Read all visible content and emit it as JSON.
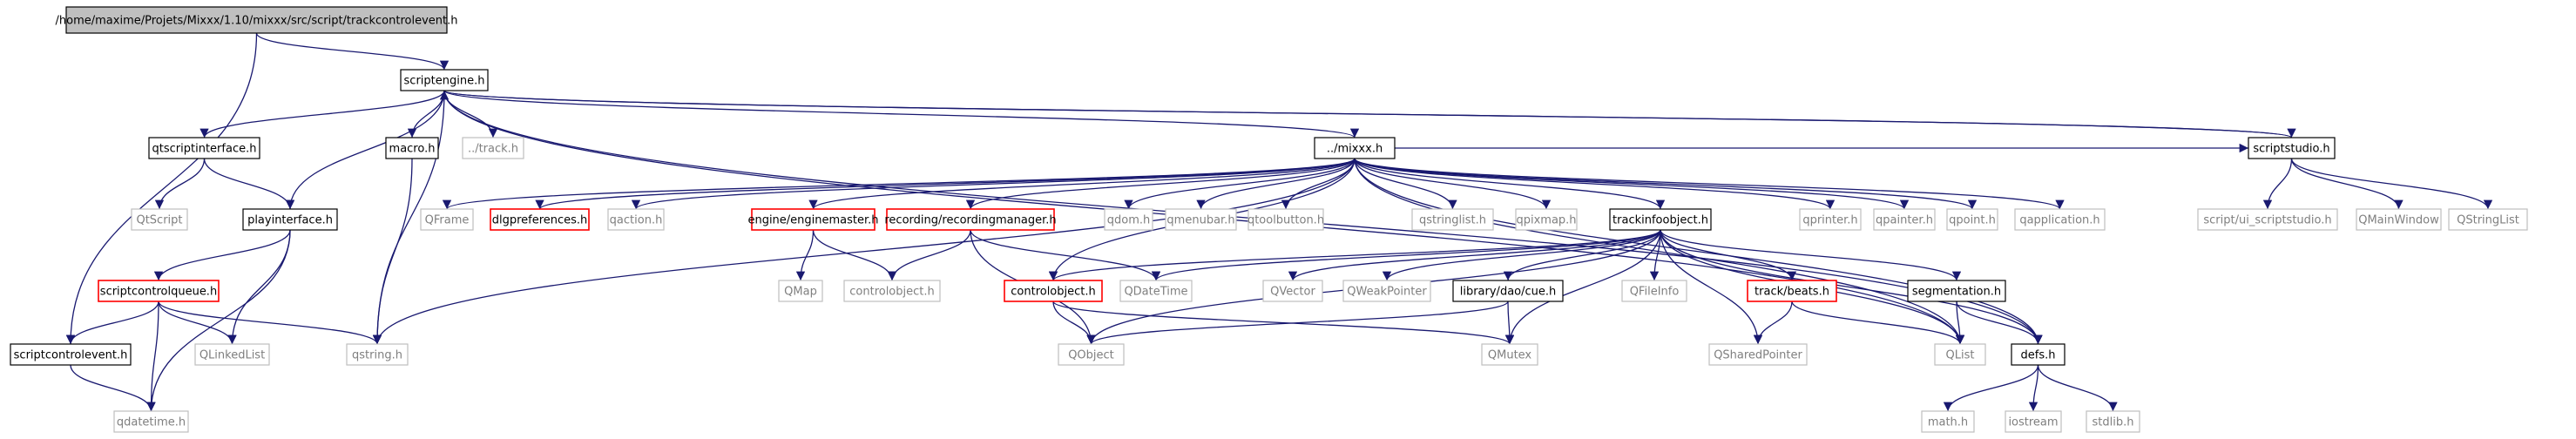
{
  "title": "/home/maxime/Projets/Mixxx/1.10/mixxx/src/script/trackcontrolevent.h",
  "colors": {
    "edge": "#191970",
    "box_black": "#000000",
    "box_red": "#ff0000",
    "box_gray": "#bfbfbf",
    "text_black": "#000000",
    "text_gray": "#7f7f7f",
    "root_fill": "#bfbfbf"
  },
  "nodes": [
    {
      "id": "root",
      "label": "/home/maxime/Projets/Mixxx/1.10/mixxx/src/script/trackcontrolevent.h",
      "style": "root"
    },
    {
      "id": "scriptengine",
      "label": "scriptengine.h",
      "style": "black"
    },
    {
      "id": "scriptcontrolevent",
      "label": "scriptcontrolevent.h",
      "style": "black"
    },
    {
      "id": "qtscriptinterface",
      "label": "qtscriptinterface.h",
      "style": "black"
    },
    {
      "id": "macro",
      "label": "macro.h",
      "style": "black"
    },
    {
      "id": "track",
      "label": "../track.h",
      "style": "gray"
    },
    {
      "id": "mixxx",
      "label": "../mixxx.h",
      "style": "black"
    },
    {
      "id": "scriptstudio",
      "label": "scriptstudio.h",
      "style": "black"
    },
    {
      "id": "qtscript",
      "label": "QtScript",
      "style": "gray"
    },
    {
      "id": "playinterface",
      "label": "playinterface.h",
      "style": "black"
    },
    {
      "id": "scriptcontrolqueue",
      "label": "scriptcontrolqueue.h",
      "style": "red"
    },
    {
      "id": "qlinkedlist",
      "label": "QLinkedList",
      "style": "gray"
    },
    {
      "id": "qstring",
      "label": "qstring.h",
      "style": "gray"
    },
    {
      "id": "qdatetime",
      "label": "qdatetime.h",
      "style": "gray"
    },
    {
      "id": "qframe",
      "label": "QFrame",
      "style": "gray"
    },
    {
      "id": "dlgpreferences",
      "label": "dlgpreferences.h",
      "style": "red"
    },
    {
      "id": "qaction",
      "label": "qaction.h",
      "style": "gray"
    },
    {
      "id": "enginemaster",
      "label": "engine/enginemaster.h",
      "style": "red"
    },
    {
      "id": "recordingmanager",
      "label": "recording/recordingmanager.h",
      "style": "red"
    },
    {
      "id": "qdom",
      "label": "qdom.h",
      "style": "gray"
    },
    {
      "id": "qmenubar",
      "label": "qmenubar.h",
      "style": "gray"
    },
    {
      "id": "qtoolbutton",
      "label": "qtoolbutton.h",
      "style": "gray"
    },
    {
      "id": "qstringlist_h",
      "label": "qstringlist.h",
      "style": "gray"
    },
    {
      "id": "qpixmap",
      "label": "qpixmap.h",
      "style": "gray"
    },
    {
      "id": "trackinfoobject",
      "label": "trackinfoobject.h",
      "style": "black"
    },
    {
      "id": "qprinter",
      "label": "qprinter.h",
      "style": "gray"
    },
    {
      "id": "qpainter",
      "label": "qpainter.h",
      "style": "gray"
    },
    {
      "id": "qpoint",
      "label": "qpoint.h",
      "style": "gray"
    },
    {
      "id": "qapplication",
      "label": "qapplication.h",
      "style": "gray"
    },
    {
      "id": "ui_scriptstudio",
      "label": "script/ui_scriptstudio.h",
      "style": "gray"
    },
    {
      "id": "qmainwindow",
      "label": "QMainWindow",
      "style": "gray"
    },
    {
      "id": "qstringlist",
      "label": "QStringList",
      "style": "gray"
    },
    {
      "id": "qmap",
      "label": "QMap",
      "style": "gray"
    },
    {
      "id": "controlobject_gray",
      "label": "controlobject.h",
      "style": "gray"
    },
    {
      "id": "controlobject_red",
      "label": "controlobject.h",
      "style": "red"
    },
    {
      "id": "qdatetime_cls",
      "label": "QDateTime",
      "style": "gray"
    },
    {
      "id": "qvector",
      "label": "QVector",
      "style": "gray"
    },
    {
      "id": "qweakpointer",
      "label": "QWeakPointer",
      "style": "gray"
    },
    {
      "id": "cue",
      "label": "library/dao/cue.h",
      "style": "black"
    },
    {
      "id": "qfileinfo",
      "label": "QFileInfo",
      "style": "gray"
    },
    {
      "id": "beats",
      "label": "track/beats.h",
      "style": "red"
    },
    {
      "id": "segmentation",
      "label": "segmentation.h",
      "style": "black"
    },
    {
      "id": "qobject",
      "label": "QObject",
      "style": "gray"
    },
    {
      "id": "qmutex",
      "label": "QMutex",
      "style": "gray"
    },
    {
      "id": "qsharedpointer",
      "label": "QSharedPointer",
      "style": "gray"
    },
    {
      "id": "qlist",
      "label": "QList",
      "style": "gray"
    },
    {
      "id": "defs",
      "label": "defs.h",
      "style": "black"
    },
    {
      "id": "math",
      "label": "math.h",
      "style": "gray"
    },
    {
      "id": "iostream",
      "label": "iostream",
      "style": "gray"
    },
    {
      "id": "stdlib",
      "label": "stdlib.h",
      "style": "gray"
    }
  ],
  "edges": [
    [
      "root",
      "scriptengine"
    ],
    [
      "root",
      "scriptcontrolevent"
    ],
    [
      "scriptengine",
      "qtscriptinterface"
    ],
    [
      "scriptengine",
      "macro"
    ],
    [
      "scriptengine",
      "track"
    ],
    [
      "scriptengine",
      "mixxx"
    ],
    [
      "scriptengine",
      "scriptstudio"
    ],
    [
      "scriptengine",
      "playinterface"
    ],
    [
      "scriptengine",
      "qstring"
    ],
    [
      "scriptengine",
      "qlist"
    ],
    [
      "scriptengine",
      "defs"
    ],
    [
      "qtscriptinterface",
      "qtscript"
    ],
    [
      "qtscriptinterface",
      "playinterface"
    ],
    [
      "macro",
      "qstring"
    ],
    [
      "playinterface",
      "scriptcontrolqueue"
    ],
    [
      "playinterface",
      "qlinkedlist"
    ],
    [
      "playinterface",
      "qdatetime"
    ],
    [
      "scriptcontrolqueue",
      "scriptcontrolevent"
    ],
    [
      "scriptcontrolqueue",
      "qlinkedlist"
    ],
    [
      "scriptcontrolqueue",
      "qstring"
    ],
    [
      "scriptcontrolqueue",
      "qdatetime"
    ],
    [
      "scriptcontrolevent",
      "qdatetime"
    ],
    [
      "scriptstudio",
      "scriptengine"
    ],
    [
      "scriptstudio",
      "ui_scriptstudio"
    ],
    [
      "scriptstudio",
      "qmainwindow"
    ],
    [
      "scriptstudio",
      "qstringlist"
    ],
    [
      "mixxx",
      "qframe"
    ],
    [
      "mixxx",
      "dlgpreferences"
    ],
    [
      "mixxx",
      "qaction"
    ],
    [
      "mixxx",
      "enginemaster"
    ],
    [
      "mixxx",
      "recordingmanager"
    ],
    [
      "mixxx",
      "qdom"
    ],
    [
      "mixxx",
      "qmenubar"
    ],
    [
      "mixxx",
      "qtoolbutton"
    ],
    [
      "mixxx",
      "qstringlist_h"
    ],
    [
      "mixxx",
      "qpixmap"
    ],
    [
      "mixxx",
      "trackinfoobject"
    ],
    [
      "mixxx",
      "qprinter"
    ],
    [
      "mixxx",
      "qpainter"
    ],
    [
      "mixxx",
      "qpoint"
    ],
    [
      "mixxx",
      "qapplication"
    ],
    [
      "mixxx",
      "scriptstudio"
    ],
    [
      "mixxx",
      "qstring"
    ],
    [
      "mixxx",
      "controlobject_red"
    ],
    [
      "mixxx",
      "qlist"
    ],
    [
      "mixxx",
      "defs"
    ],
    [
      "enginemaster",
      "qmap"
    ],
    [
      "enginemaster",
      "controlobject_gray"
    ],
    [
      "recordingmanager",
      "controlobject_gray"
    ],
    [
      "recordingmanager",
      "qdatetime_cls"
    ],
    [
      "recordingmanager",
      "qobject"
    ],
    [
      "trackinfoobject",
      "controlobject_red"
    ],
    [
      "trackinfoobject",
      "qdatetime_cls"
    ],
    [
      "trackinfoobject",
      "qvector"
    ],
    [
      "trackinfoobject",
      "qweakpointer"
    ],
    [
      "trackinfoobject",
      "cue"
    ],
    [
      "trackinfoobject",
      "qfileinfo"
    ],
    [
      "trackinfoobject",
      "beats"
    ],
    [
      "trackinfoobject",
      "segmentation"
    ],
    [
      "trackinfoobject",
      "qobject"
    ],
    [
      "trackinfoobject",
      "qmutex"
    ],
    [
      "trackinfoobject",
      "qsharedpointer"
    ],
    [
      "trackinfoobject",
      "qlist"
    ],
    [
      "trackinfoobject",
      "defs"
    ],
    [
      "controlobject_red",
      "qobject"
    ],
    [
      "controlobject_red",
      "qmutex"
    ],
    [
      "cue",
      "qobject"
    ],
    [
      "cue",
      "qmutex"
    ],
    [
      "beats",
      "qsharedpointer"
    ],
    [
      "beats",
      "qlist"
    ],
    [
      "segmentation",
      "qlist"
    ],
    [
      "segmentation",
      "defs"
    ],
    [
      "defs",
      "math"
    ],
    [
      "defs",
      "iostream"
    ],
    [
      "defs",
      "stdlib"
    ]
  ]
}
